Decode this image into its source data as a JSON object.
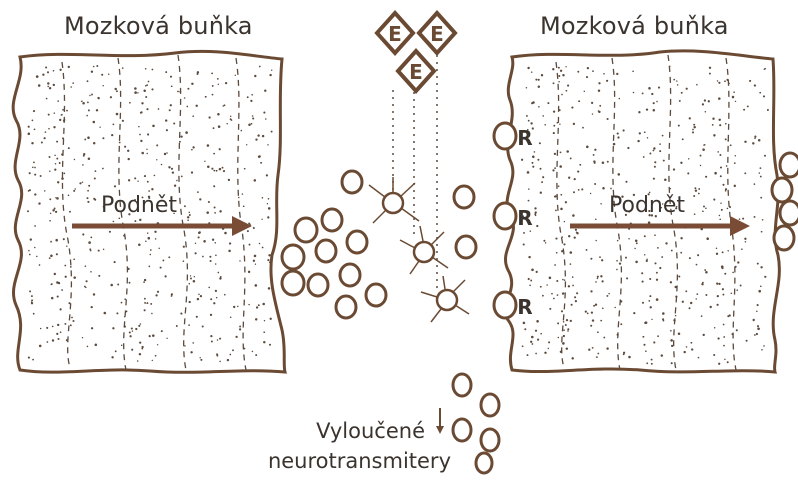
{
  "labels": {
    "left_cell": "Mozková buňka",
    "right_cell": "Mozková buňka",
    "left_stimulus": "Podnět",
    "right_stimulus": "Podnět",
    "excreted_line1": "Vyloučené",
    "excreted_line2": "neurotransmitery"
  },
  "molecules": {
    "enzyme_letter": "E",
    "receptor_letter": "R"
  },
  "colors": {
    "outline": "#6b4a33",
    "arrow": "#7a4c36",
    "text": "#3b342e",
    "stipple": "#5b4a3d"
  }
}
